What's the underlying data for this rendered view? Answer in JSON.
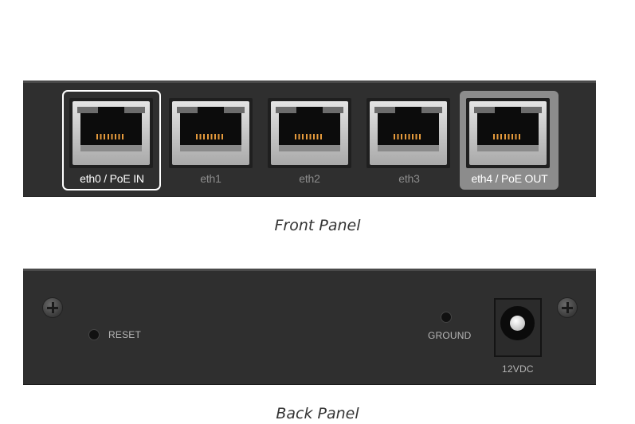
{
  "front_panel": {
    "caption": "Front Panel",
    "ports": [
      {
        "label": "eth0 / PoE IN",
        "highlighted": true
      },
      {
        "label": "eth1",
        "highlighted": false
      },
      {
        "label": "eth2",
        "highlighted": false
      },
      {
        "label": "eth3",
        "highlighted": false
      },
      {
        "label": "eth4 / PoE OUT",
        "highlighted": true
      }
    ]
  },
  "back_panel": {
    "caption": "Back Panel",
    "reset_label": "RESET",
    "ground_label": "GROUND",
    "power_label": "12VDC"
  },
  "colors": {
    "chassis": "#2f2f2f",
    "highlight_out": "#8c8c8c",
    "pin_copper": "#e59a3c"
  }
}
